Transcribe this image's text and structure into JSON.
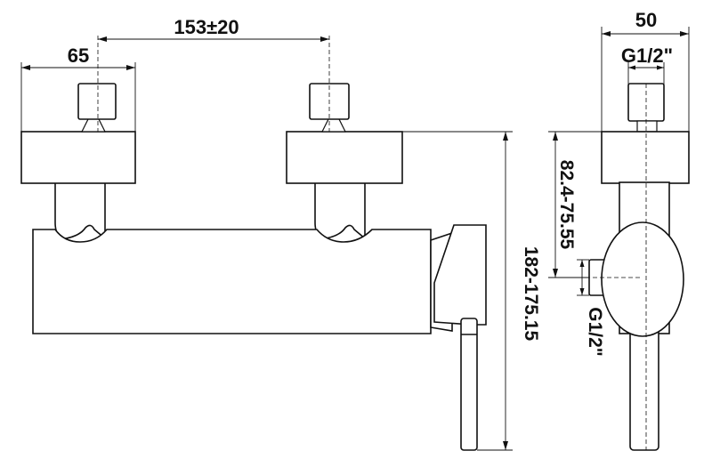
{
  "dimensions": {
    "left_width": "65",
    "inlet_spacing": "153±20",
    "side_width": "50",
    "top_thread": "G1/2\"",
    "total_height": "182-175.15",
    "outlet_height": "82.4-75.55",
    "outlet_thread": "G1/2\""
  },
  "colors": {
    "line": "#111111",
    "background": "#ffffff"
  }
}
